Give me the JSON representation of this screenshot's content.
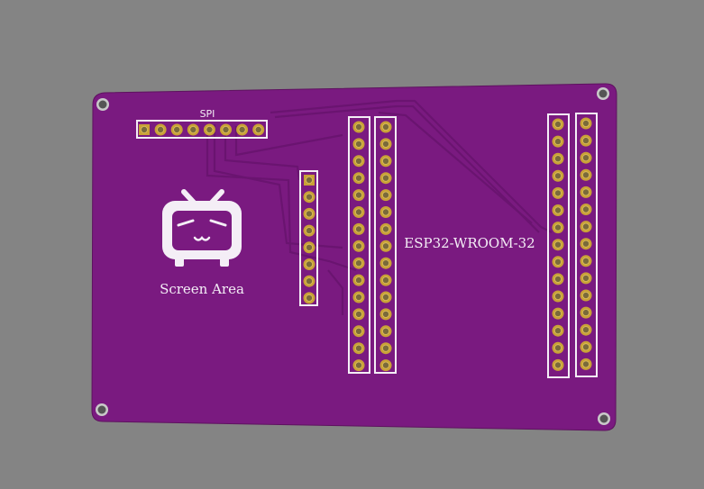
{
  "board": {
    "color": "#7a1a80",
    "trace_color": "#6b1571",
    "silkscreen_color": "#f4eef6",
    "pad_color": "#c9a236",
    "hole_color": "#7a6a3a"
  },
  "labels": {
    "spi": "SPI",
    "screen_area": "Screen Area",
    "module": "ESP32-WROOM-32"
  },
  "icons": {
    "logo": "tv-face-logo"
  },
  "headers": {
    "spi_pins": 8,
    "screen_pins": 8,
    "left_module_columns": [
      15,
      15
    ],
    "right_module_columns": [
      15,
      15
    ]
  }
}
